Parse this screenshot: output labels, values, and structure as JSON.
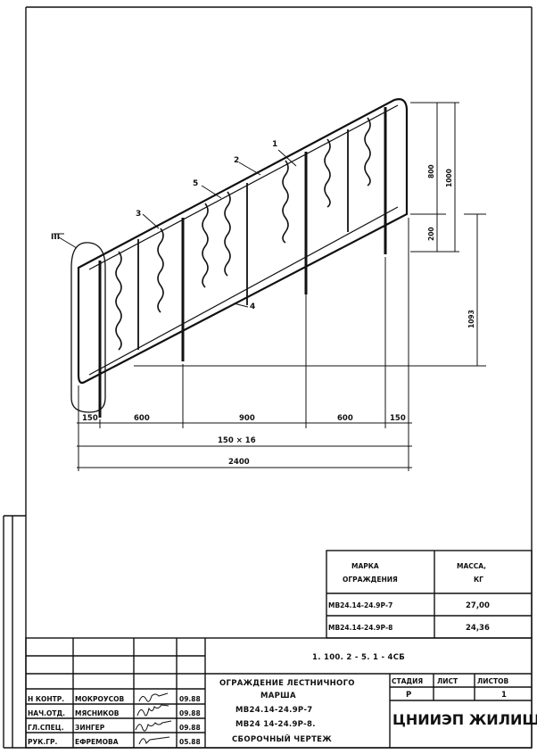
{
  "drawing": {
    "callouts": [
      "1",
      "2",
      "3",
      "4",
      "5"
    ],
    "view_label": "III",
    "dims_bottom": [
      "150",
      "600",
      "900",
      "600",
      "150"
    ],
    "dim_total_steps": "150 × 16",
    "dim_total": "2400",
    "dim_v_800": "800",
    "dim_v_1000": "1000",
    "dim_v_200": "200",
    "dim_v_1093": "1093"
  },
  "mass_table": {
    "header_mark": "МАРКА ОГРАЖДЕНИЯ",
    "header_mass": "МАССА, КГ",
    "rows": [
      {
        "mark": "МВ24.14-24.9Р-7",
        "mass": "27,00"
      },
      {
        "mark": "МВ24.14-24.9Р-8",
        "mass": "24,36"
      }
    ]
  },
  "title_block": {
    "code": "1. 100. 2 - 5. 1 - 4СБ",
    "name_line1": "ОГРАЖДЕНИЕ ЛЕСТНИЧНОГО",
    "name_line2": "МАРША",
    "name_line3": "МВ24.14-24.9Р-7",
    "name_line4": "МВ24 14-24.9Р-8.",
    "name_line5": "СБОРОЧНЫЙ ЧЕРТЕЖ",
    "stage_label": "СТАДИЯ",
    "sheet_label": "ЛИСТ",
    "sheets_label": "ЛИСТОВ",
    "stage_value": "Р",
    "sheets_value": "1",
    "org": "ЦНИИЭП ЖИЛИЩА",
    "signers": [
      {
        "role": "Н КОНТР.",
        "name": "МОКРОУСОВ",
        "date": "09.88"
      },
      {
        "role": "НАЧ.ОТД.",
        "name": "МЯСНИКОВ",
        "date": "09.88"
      },
      {
        "role": "ГЛ.СПЕЦ.",
        "name": "ЗИНГЕР",
        "date": "09.88"
      },
      {
        "role": "РУК.ГР.",
        "name": "ЕФРЕМОВА",
        "date": "05.88"
      }
    ]
  }
}
